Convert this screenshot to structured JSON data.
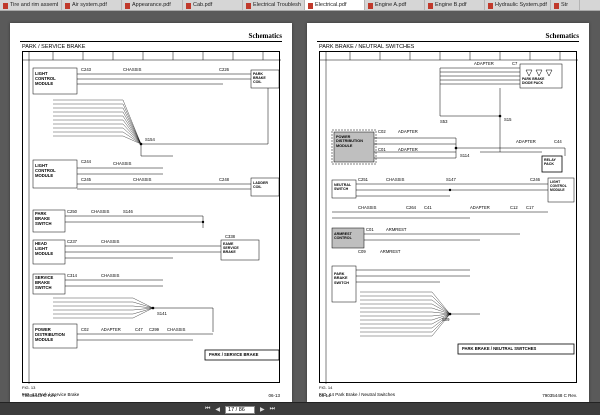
{
  "tabs": [
    {
      "label": "Tire and rim assembly...",
      "active": false
    },
    {
      "label": "Air system.pdf",
      "active": false
    },
    {
      "label": "Appearance.pdf",
      "active": false
    },
    {
      "label": "Cab.pdf",
      "active": false
    },
    {
      "label": "Electrical Troubleshoo...",
      "active": false
    },
    {
      "label": "Electrical.pdf",
      "active": true
    },
    {
      "label": "Engine A.pdf",
      "active": false
    },
    {
      "label": "Engine B.pdf",
      "active": false
    },
    {
      "label": "Hydraulic System.pdf",
      "active": false
    },
    {
      "label": "Str",
      "active": false
    }
  ],
  "left_page": {
    "header": "Schematics",
    "section": "PARK / SERVICE BRAKE",
    "boxes": {
      "lcm1": "LIGHT\nCONTROL\nMODULE",
      "lcm2": "LIGHT\nCONTROL\nMODULE",
      "pbs": "PARK\nBRAKE\nSWITCH",
      "hlm": "HEAD\nLIGHT\nMODULE",
      "sbs": "SERVICE\nBRAKE\nSWITCH",
      "pdm": "POWER\nDISTRIBUTION\nMODULE",
      "pbc": "PARK\nBRAKE\nCOIL",
      "lc": "LADDER\nCOIL",
      "esb": "EAME\nSERVICE\nBRAKE"
    },
    "labels": {
      "c243": "C243",
      "chassis1": "CHASSIS",
      "c226": "C226",
      "s154": "S154",
      "c244": "C244",
      "chassis2": "CHASSIS",
      "c245": "C245",
      "chassis3": "CHASSIS",
      "c248": "C248",
      "c250": "C250",
      "chassis4": "CHASSIS",
      "s146": "S146",
      "c237": "C237",
      "chassis5": "CHASSIS",
      "c338": "C338",
      "c314": "C314",
      "chassis6": "CHASSIS",
      "s141": "S141",
      "c02": "C02",
      "adapter": "ADAPTER",
      "c47": "C47",
      "c299": "C299",
      "chassis7": "CHASSIS"
    },
    "title_block": "PARK / SERVICE BRAKE",
    "fig_num": "FIG. 13",
    "fig_caption": "FIG. 13   Park / Service Brake",
    "footer_left": "79035448 C Rev.",
    "footer_right": "06-13"
  },
  "right_page": {
    "header": "Schematics",
    "section": "PARK BRAKE / NEUTRAL SWITCHES",
    "boxes": {
      "pdm": "POWER\nDISTRIBUTION\nMODULE",
      "pbdp": "PARK BRAKE\nDIODE PACK",
      "relay": "RELAY\nPACK",
      "ns": "NEUTRAL\nSWITCH",
      "lcm": "LIGHT\nCONTROL\nMODULE",
      "ac": "ARMREST\nCONTROL",
      "pbs": "PARK\nBRAKE\nSWITCH"
    },
    "labels": {
      "adapter1": "ADAPTER",
      "c7": "C7",
      "c02": "C02",
      "adapter2": "ADAPTER",
      "s53": "S53",
      "s15": "S15",
      "c44": "C44",
      "adapter3": "ADAPTER",
      "c01": "C01",
      "adapter4": "ADAPTER",
      "s114": "S114",
      "c251": "C251",
      "chassis1": "CHASSIS",
      "s147": "S147",
      "c246": "C246",
      "chassis2": "CHASSIS",
      "c264": "C264",
      "c41": "C41",
      "adapter5": "ADAPTER",
      "c12": "C12",
      "c17": "C17",
      "c01b": "C01",
      "armrest1": "ARMREST",
      "c09": "C09",
      "armrest2": "ARMREST",
      "s09": "S09"
    },
    "title_block": "PARK BRAKE / NEUTRAL SWITCHES",
    "fig_num": "FIG. 14",
    "fig_caption": "FIG. 14   Park Brake / Neutral Switches",
    "footer_left": "06-14",
    "footer_right": "79035448 C Rev."
  },
  "nav": {
    "page_value": "17 / 86"
  }
}
